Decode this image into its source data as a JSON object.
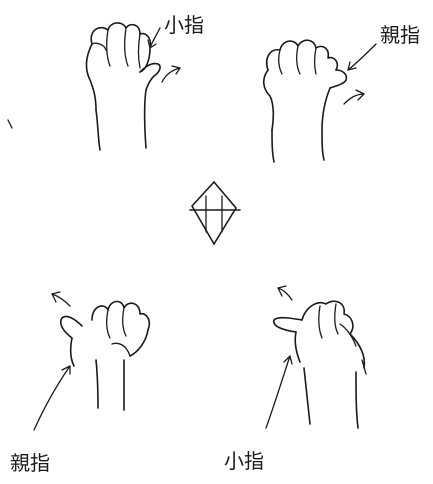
{
  "panels": {
    "top_left": {
      "label": "小指"
    },
    "top_right": {
      "label": "親指"
    },
    "bottom_left": {
      "label": "親指"
    },
    "bottom_right": {
      "label": "小指"
    }
  }
}
